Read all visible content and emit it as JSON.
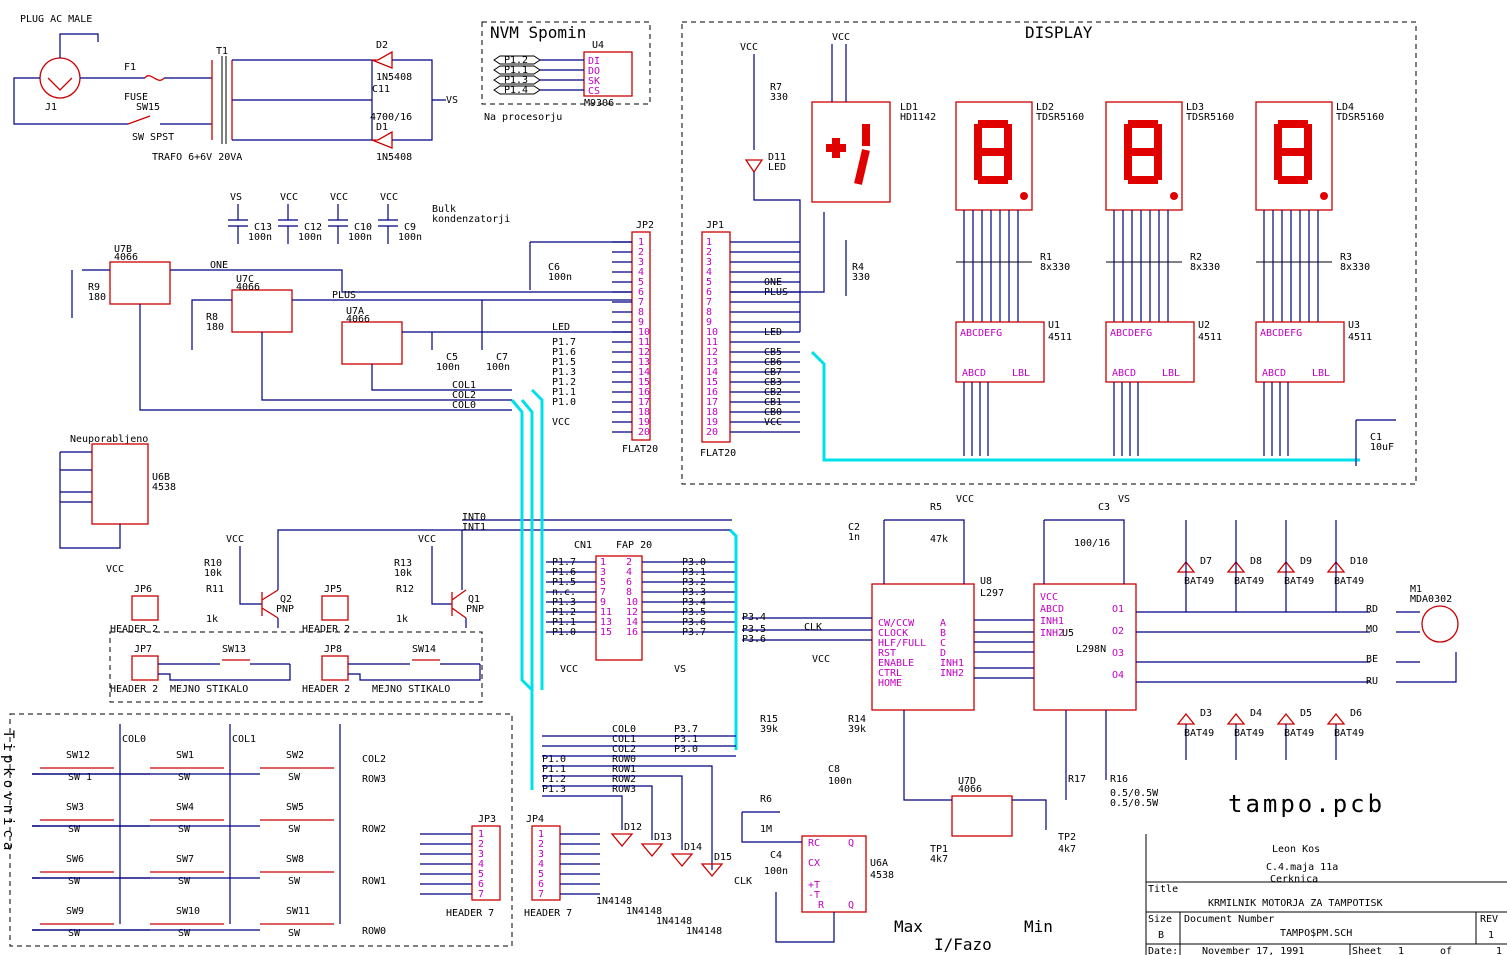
{
  "sheet_title": "tampo.pcb",
  "title_block": {
    "author": "Leon Kos",
    "address1": "C.4.maja 11a",
    "address2": "Cerknica",
    "title_label": "Title",
    "title": "KRMILNIK MOTORJA ZA TAMPOTISK",
    "size_label": "Size",
    "size": "B",
    "docnum_label": "Document Number",
    "docnum": "TAMPO$PM.SCH",
    "rev_label": "REV",
    "rev": "1",
    "date_label": "Date:",
    "date": "November 17, 1991",
    "sheet_label": "Sheet",
    "sheet": "1",
    "of": "of",
    "total": "1"
  },
  "sections": {
    "display": "DISPLAY",
    "nvm": "NVM Spomin",
    "nvm_note": "Na procesorju",
    "keypad": "Tipkovnica",
    "neuporabljeno": "Neuporabljeno",
    "bulk": "Bulk",
    "bulk2": "kondenzatorji",
    "max": "Max",
    "min": "Min",
    "ifazo": "I/Fazo"
  },
  "power": {
    "plug": "PLUG AC MALE",
    "j1": "J1",
    "f1": "F1",
    "fuse": "FUSE",
    "sw15": "SW15",
    "swspst": "SW SPST",
    "t1": "T1",
    "trafo": "TRAFO 6+6V 20VA",
    "d2": "D2",
    "d2v": "1N5408",
    "d1": "D1",
    "d1v": "1N5408",
    "c11": "C11",
    "c11v": "4700/16",
    "vs": "VS"
  },
  "labels": {
    "vcc": "VCC",
    "vs": "VS",
    "one": "ONE",
    "plus": "PLUS",
    "led": "LED",
    "col0": "COL0",
    "col1": "COL1",
    "col2": "COL2",
    "row0": "ROW0",
    "row1": "ROW1",
    "row2": "ROW2",
    "row3": "ROW3",
    "int0": "INT0",
    "int1": "INT1",
    "clk": "CLK",
    "rd": "RD",
    "mo": "MO",
    "be": "BE",
    "ru": "RU"
  },
  "caps": [
    {
      "ref": "C13",
      "val": "100n"
    },
    {
      "ref": "C12",
      "val": "100n"
    },
    {
      "ref": "C10",
      "val": "100n"
    },
    {
      "ref": "C9",
      "val": "100n"
    }
  ],
  "jp2_pins": [
    "1",
    "2",
    "3",
    "4",
    "5",
    "6",
    "7",
    "8",
    "9",
    "10",
    "11",
    "12",
    "13",
    "14",
    "15",
    "16",
    "17",
    "18",
    "19",
    "20"
  ],
  "jp2_nets": [
    "",
    "",
    "",
    "",
    "",
    "",
    "",
    "",
    "",
    "",
    "P1.7",
    "P1.6",
    "P1.5",
    "P1.3",
    "P1.2",
    "P1.1",
    "P1.0",
    "",
    "VCC",
    ""
  ],
  "jp1_nets": [
    "",
    "",
    "",
    "",
    "ONE",
    "PLUS",
    "",
    "",
    "",
    "LED",
    "",
    "CB5",
    "CB6",
    "CB7",
    "CB3",
    "CB2",
    "CB1",
    "CB0",
    "VCC",
    ""
  ],
  "cn1_left": [
    "P1.7",
    "P1.6",
    "P1.5",
    "n.c.",
    "P1.3",
    "P1.2",
    "P1.1",
    "P1.0"
  ],
  "cn1_right": [
    "P3.0",
    "P3.1",
    "P3.2",
    "P3.3",
    "P3.4",
    "P3.5",
    "P3.6",
    "P3.7"
  ],
  "digits": [
    {
      "ld": "LD2",
      "part": "TDSR5160",
      "r": "R1",
      "rv": "8x330",
      "u": "U1",
      "uv": "4511"
    },
    {
      "ld": "LD3",
      "part": "TDSR5160",
      "r": "R2",
      "rv": "8x330",
      "u": "U2",
      "uv": "4511"
    },
    {
      "ld": "LD4",
      "part": "TDSR5160",
      "r": "R3",
      "rv": "8x330",
      "u": "U3",
      "uv": "4511"
    }
  ],
  "switches": [
    "SW12",
    "SW1",
    "SW2",
    "SW3",
    "SW4",
    "SW5",
    "SW6",
    "SW7",
    "SW8",
    "SW9",
    "SW10",
    "SW11"
  ],
  "diodes_bat": [
    "D7",
    "D8",
    "D9",
    "D10",
    "D3",
    "D4",
    "D5",
    "D6"
  ],
  "bat49": "BAT49",
  "chips": {
    "u8": "U8",
    "u8v": "L297",
    "u5": "U5",
    "u5v": "L298N",
    "m1": "M1",
    "m1v": "MDA0302",
    "u6a": "U6A",
    "u6av": "4538",
    "u6b": "U6B",
    "u6bv": "4538",
    "u7a": "U7A",
    "u7b": "U7B",
    "u7c": "U7C",
    "u7d": "U7D",
    "u7v": "4066",
    "u4": "U4",
    "u4v": "M9306",
    "ld1": "LD1",
    "ld1v": "HD1142",
    "d11": "D11",
    "d11v": "LED"
  },
  "header_labels": {
    "jp2": "JP2",
    "jp2v": "FLAT20",
    "jp1": "JP1",
    "jp1v": "FLAT20",
    "cn1": "CN1",
    "cn1v": "FAP 20",
    "jp3": "JP3",
    "jp3v": "HEADER 7",
    "jp4": "JP4",
    "jp4v": "HEADER 7",
    "jp5": "JP5",
    "jp6": "JP6",
    "jp7": "JP7",
    "jp8": "JP8",
    "h2": "HEADER 2",
    "mejno": "MEJNO STIKALO"
  },
  "passives": {
    "r5": "R5",
    "r5v": "47k",
    "r6": "R6",
    "r6v": "1M",
    "r7": "R7",
    "r7v": "330",
    "r4": "R4",
    "r4v": "330",
    "r8": "R8",
    "r8v": "180",
    "r9": "R9",
    "r9v": "180",
    "r10": "R10",
    "r10v": "10k",
    "r11": "R11",
    "r11v": "1k",
    "r12": "R12",
    "r12v": "1k",
    "r13": "R13",
    "r13v": "10k",
    "r14": "R14",
    "r14v": "39k",
    "r15": "R15",
    "r15v": "39k",
    "r16": "R16",
    "r17": "R17",
    "r16v": "0.5/0.5W",
    "c1": "C1",
    "c1v": "10uF",
    "c2": "C2",
    "c2v": "1n",
    "c3": "C3",
    "c3v": "100/16",
    "c4": "C4",
    "c4v": "100n",
    "c5": "C5",
    "c5v": "100n",
    "c6": "C6",
    "c6v": "100n",
    "c7": "C7",
    "c7v": "100n",
    "c8": "C8",
    "c8v": "100n",
    "tp1": "TP1",
    "tp1v": "4k7",
    "tp2": "TP2",
    "tp2v": "4k7",
    "q1": "Q1",
    "q2": "Q2",
    "pnp": "PNP",
    "d12": "D12",
    "d13": "D13",
    "d14": "D14",
    "d15": "D15",
    "n4148": "1N4148"
  }
}
